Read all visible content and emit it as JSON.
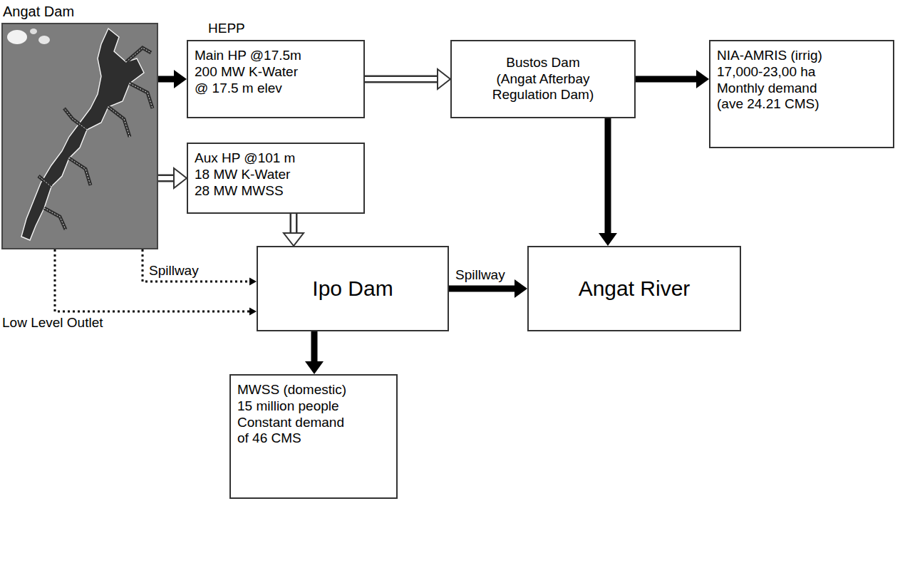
{
  "diagram": {
    "nodes": [
      {
        "text": [
          "Angat Dam"
        ]
      },
      {
        "text": [
          "HEPP",
          "Main HP @17.5m 200 MW K-Water @ 17.5 m elev"
        ]
      },
      {
        "text": [
          "Bustos Dam (Angat Afterbay Regulation Dam)"
        ]
      },
      {
        "text": [
          "NIA-AMRIS (irrig) 17,000-23,00 ha Monthly demand (ave 24.21 CMS)"
        ]
      },
      {
        "text": [
          "Aux HP @101 m 18 MW K-Water 28 MW MWSS"
        ]
      },
      {
        "text": [
          "Ipo Dam"
        ]
      },
      {
        "text": [
          "Angat River"
        ]
      },
      {
        "text": [
          "MWSS (domestic) 15 million people Constant demand of 46 CMS"
        ]
      }
    ],
    "edges": [
      {
        "from": 0,
        "to": 1,
        "arrow": "to"
      },
      {
        "from": 0,
        "to": 4,
        "arrow": "to"
      },
      {
        "from": 1,
        "to": 2,
        "arrow": "to"
      },
      {
        "from": 2,
        "to": 3,
        "arrow": "to"
      },
      {
        "from": 2,
        "to": 6,
        "arrow": "to"
      },
      {
        "from": 4,
        "to": 5,
        "arrow": "to"
      },
      {
        "from": 0,
        "to": 5,
        "label": "Spillway",
        "arrow": "to"
      },
      {
        "from": 0,
        "to": 5,
        "label": "Low Level Outlet",
        "arrow": "to"
      },
      {
        "from": 5,
        "to": 6,
        "label": "Spillway",
        "arrow": "to"
      },
      {
        "from": 5,
        "to": 7,
        "arrow": "to"
      }
    ]
  }
}
